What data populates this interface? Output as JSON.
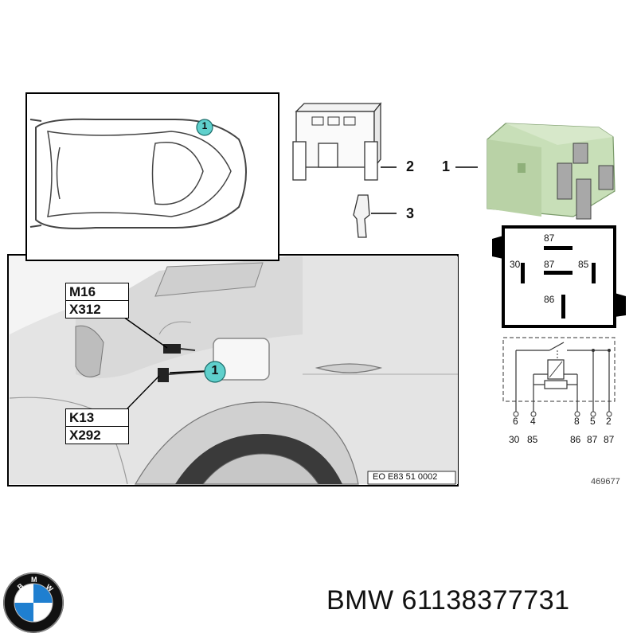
{
  "diagram": {
    "callouts": {
      "one": "1",
      "two": "2",
      "three": "3"
    },
    "labels": {
      "m16": "M16",
      "x312": "X312",
      "k13": "K13",
      "x292": "X292"
    },
    "drawing_code": "EO E83 51 0002",
    "ref_number": "469677",
    "relay_face": {
      "pin_top": "87",
      "pin_left": "30",
      "pin_center": "87",
      "pin_right": "85",
      "pin_bottom": "86"
    },
    "schematic": {
      "pin_numbers": [
        "6",
        "4",
        "8",
        "5",
        "2"
      ],
      "terminal_numbers": [
        "30",
        "85",
        "86",
        "87",
        "87"
      ]
    }
  },
  "caption": {
    "brand": "BMW",
    "part_number": "61138377731"
  },
  "colors": {
    "relay_body": "#c8dfb8",
    "callout_fill": "#5fd0cc",
    "brand_blue": "#1f7fd0"
  }
}
